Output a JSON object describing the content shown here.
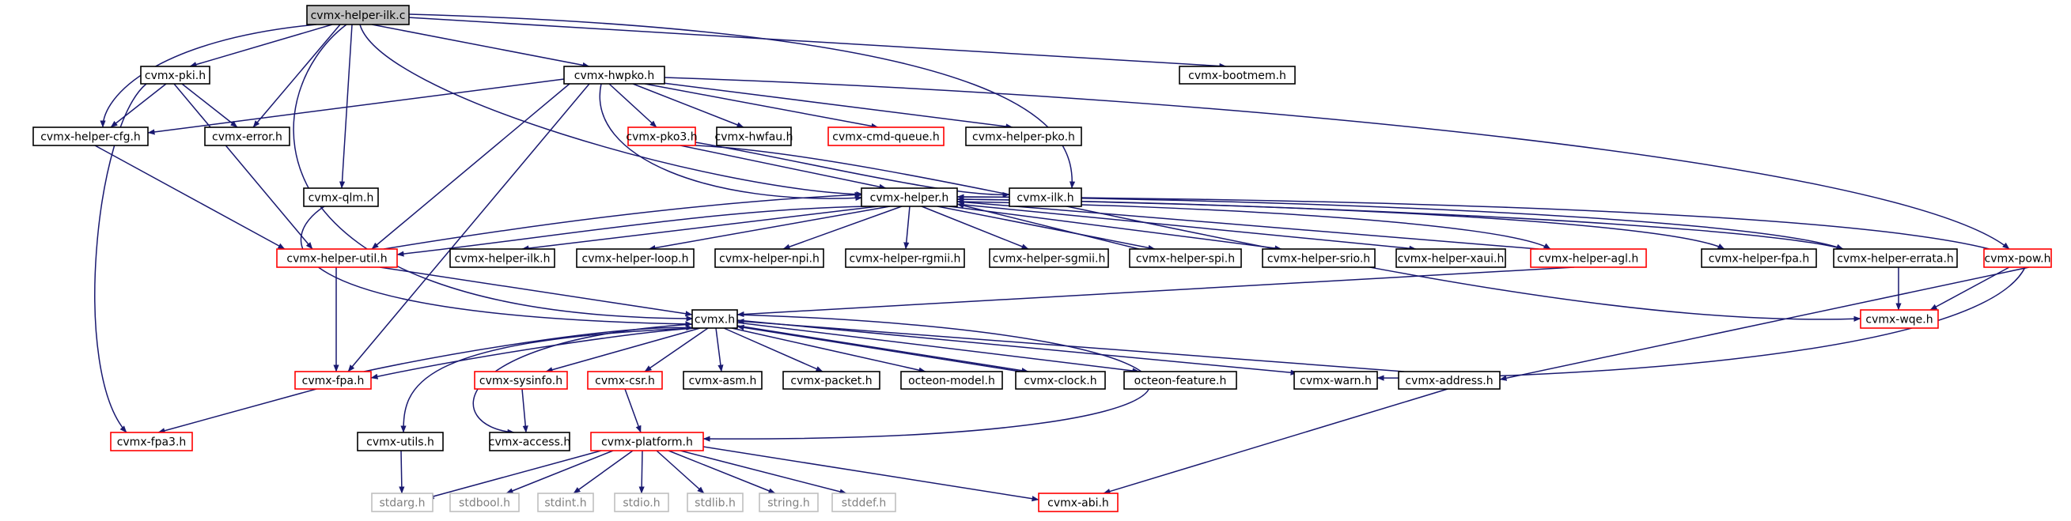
{
  "colors": {
    "edge": "#191970",
    "text": "#000000",
    "root_fill": "#bfbfbf",
    "border_documented": "#000000",
    "border_truncated": "#ff0000",
    "border_system": "#bfbfbf",
    "text_system": "#808080"
  },
  "nodes": {
    "root": {
      "label": "cvmx-helper-ilk.c",
      "kind": "root"
    },
    "pki": {
      "label": "cvmx-pki.h",
      "kind": "documented"
    },
    "hwpko": {
      "label": "cvmx-hwpko.h",
      "kind": "documented"
    },
    "bootmem": {
      "label": "cvmx-bootmem.h",
      "kind": "documented"
    },
    "hcfg": {
      "label": "cvmx-helper-cfg.h",
      "kind": "documented"
    },
    "error": {
      "label": "cvmx-error.h",
      "kind": "documented"
    },
    "pko3": {
      "label": "cvmx-pko3.h",
      "kind": "truncated"
    },
    "hwfau": {
      "label": "cvmx-hwfau.h",
      "kind": "documented"
    },
    "cmdq": {
      "label": "cvmx-cmd-queue.h",
      "kind": "truncated"
    },
    "hpko": {
      "label": "cvmx-helper-pko.h",
      "kind": "documented"
    },
    "qlm": {
      "label": "cvmx-qlm.h",
      "kind": "documented"
    },
    "helper": {
      "label": "cvmx-helper.h",
      "kind": "documented"
    },
    "ilk": {
      "label": "cvmx-ilk.h",
      "kind": "documented"
    },
    "hutil": {
      "label": "cvmx-helper-util.h",
      "kind": "truncated"
    },
    "hilk": {
      "label": "cvmx-helper-ilk.h",
      "kind": "documented"
    },
    "hloop": {
      "label": "cvmx-helper-loop.h",
      "kind": "documented"
    },
    "hnpi": {
      "label": "cvmx-helper-npi.h",
      "kind": "documented"
    },
    "hrgmii": {
      "label": "cvmx-helper-rgmii.h",
      "kind": "documented"
    },
    "hsgmii": {
      "label": "cvmx-helper-sgmii.h",
      "kind": "documented"
    },
    "hspi": {
      "label": "cvmx-helper-spi.h",
      "kind": "documented"
    },
    "hsrio": {
      "label": "cvmx-helper-srio.h",
      "kind": "documented"
    },
    "hxaui": {
      "label": "cvmx-helper-xaui.h",
      "kind": "documented"
    },
    "hagl": {
      "label": "cvmx-helper-agl.h",
      "kind": "truncated"
    },
    "hfpa": {
      "label": "cvmx-helper-fpa.h",
      "kind": "documented"
    },
    "herrata": {
      "label": "cvmx-helper-errata.h",
      "kind": "documented"
    },
    "pow": {
      "label": "cvmx-pow.h",
      "kind": "truncated"
    },
    "cvmx": {
      "label": "cvmx.h",
      "kind": "documented"
    },
    "wqe": {
      "label": "cvmx-wqe.h",
      "kind": "truncated"
    },
    "fpa": {
      "label": "cvmx-fpa.h",
      "kind": "truncated"
    },
    "sysinfo": {
      "label": "cvmx-sysinfo.h",
      "kind": "truncated"
    },
    "csr": {
      "label": "cvmx-csr.h",
      "kind": "truncated"
    },
    "asm": {
      "label": "cvmx-asm.h",
      "kind": "documented"
    },
    "packet": {
      "label": "cvmx-packet.h",
      "kind": "documented"
    },
    "omodel": {
      "label": "octeon-model.h",
      "kind": "documented"
    },
    "clock": {
      "label": "cvmx-clock.h",
      "kind": "documented"
    },
    "ofeature": {
      "label": "octeon-feature.h",
      "kind": "documented"
    },
    "warn": {
      "label": "cvmx-warn.h",
      "kind": "documented"
    },
    "address": {
      "label": "cvmx-address.h",
      "kind": "documented"
    },
    "fpa3": {
      "label": "cvmx-fpa3.h",
      "kind": "truncated"
    },
    "utils": {
      "label": "cvmx-utils.h",
      "kind": "documented"
    },
    "access": {
      "label": "cvmx-access.h",
      "kind": "documented"
    },
    "platform": {
      "label": "cvmx-platform.h",
      "kind": "truncated"
    },
    "stdarg": {
      "label": "stdarg.h",
      "kind": "system"
    },
    "stdbool": {
      "label": "stdbool.h",
      "kind": "system"
    },
    "stdint": {
      "label": "stdint.h",
      "kind": "system"
    },
    "stdio": {
      "label": "stdio.h",
      "kind": "system"
    },
    "stdlib": {
      "label": "stdlib.h",
      "kind": "system"
    },
    "string": {
      "label": "string.h",
      "kind": "system"
    },
    "stddef": {
      "label": "stddef.h",
      "kind": "system"
    },
    "abi": {
      "label": "cvmx-abi.h",
      "kind": "truncated"
    }
  },
  "edges": [
    [
      "root",
      "pki"
    ],
    [
      "root",
      "hwpko"
    ],
    [
      "root",
      "bootmem"
    ],
    [
      "root",
      "hcfg"
    ],
    [
      "root",
      "error"
    ],
    [
      "root",
      "qlm"
    ],
    [
      "root",
      "helper"
    ],
    [
      "root",
      "ilk"
    ],
    [
      "root",
      "cvmx"
    ],
    [
      "pki",
      "hcfg"
    ],
    [
      "pki",
      "error"
    ],
    [
      "pki",
      "hutil"
    ],
    [
      "pki",
      "fpa3"
    ],
    [
      "hwpko",
      "hcfg"
    ],
    [
      "hwpko",
      "pko3"
    ],
    [
      "hwpko",
      "hwfau"
    ],
    [
      "hwpko",
      "cmdq"
    ],
    [
      "hwpko",
      "hpko"
    ],
    [
      "hwpko",
      "helper"
    ],
    [
      "hwpko",
      "hutil"
    ],
    [
      "hwpko",
      "fpa"
    ],
    [
      "hwpko",
      "pow"
    ],
    [
      "pko3",
      "helper"
    ],
    [
      "pko3",
      "ilk"
    ],
    [
      "pko3",
      "wqe"
    ],
    [
      "hcfg",
      "hutil"
    ],
    [
      "qlm",
      "cvmx"
    ],
    [
      "helper",
      "hutil"
    ],
    [
      "helper",
      "hilk"
    ],
    [
      "helper",
      "hloop"
    ],
    [
      "helper",
      "hnpi"
    ],
    [
      "helper",
      "hrgmii"
    ],
    [
      "helper",
      "hsgmii"
    ],
    [
      "helper",
      "hspi"
    ],
    [
      "helper",
      "hsrio"
    ],
    [
      "helper",
      "hxaui"
    ],
    [
      "helper",
      "hagl"
    ],
    [
      "helper",
      "hfpa"
    ],
    [
      "helper",
      "herrata"
    ],
    [
      "hutil",
      "helper"
    ],
    [
      "hutil",
      "cvmx"
    ],
    [
      "hutil",
      "fpa"
    ],
    [
      "hspi",
      "helper"
    ],
    [
      "hagl",
      "helper"
    ],
    [
      "hagl",
      "cvmx"
    ],
    [
      "herrata",
      "helper"
    ],
    [
      "pow",
      "helper"
    ],
    [
      "herrata",
      "wqe"
    ],
    [
      "pow",
      "wqe"
    ],
    [
      "pow",
      "warn"
    ],
    [
      "pow",
      "address"
    ],
    [
      "cvmx",
      "fpa"
    ],
    [
      "cvmx",
      "sysinfo"
    ],
    [
      "cvmx",
      "csr"
    ],
    [
      "cvmx",
      "asm"
    ],
    [
      "cvmx",
      "packet"
    ],
    [
      "cvmx",
      "omodel"
    ],
    [
      "cvmx",
      "clock"
    ],
    [
      "cvmx",
      "ofeature"
    ],
    [
      "cvmx",
      "warn"
    ],
    [
      "cvmx",
      "utils"
    ],
    [
      "cvmx",
      "access"
    ],
    [
      "cvmx",
      "platform"
    ],
    [
      "fpa",
      "cvmx"
    ],
    [
      "fpa",
      "fpa3"
    ],
    [
      "clock",
      "cvmx"
    ],
    [
      "address",
      "cvmx"
    ],
    [
      "sysinfo",
      "access"
    ],
    [
      "csr",
      "platform"
    ],
    [
      "utils",
      "stdarg"
    ],
    [
      "address",
      "abi"
    ],
    [
      "platform",
      "stdarg"
    ],
    [
      "platform",
      "stdbool"
    ],
    [
      "platform",
      "stdint"
    ],
    [
      "platform",
      "stdio"
    ],
    [
      "platform",
      "stdlib"
    ],
    [
      "platform",
      "string"
    ],
    [
      "platform",
      "stddef"
    ],
    [
      "platform",
      "abi"
    ]
  ]
}
